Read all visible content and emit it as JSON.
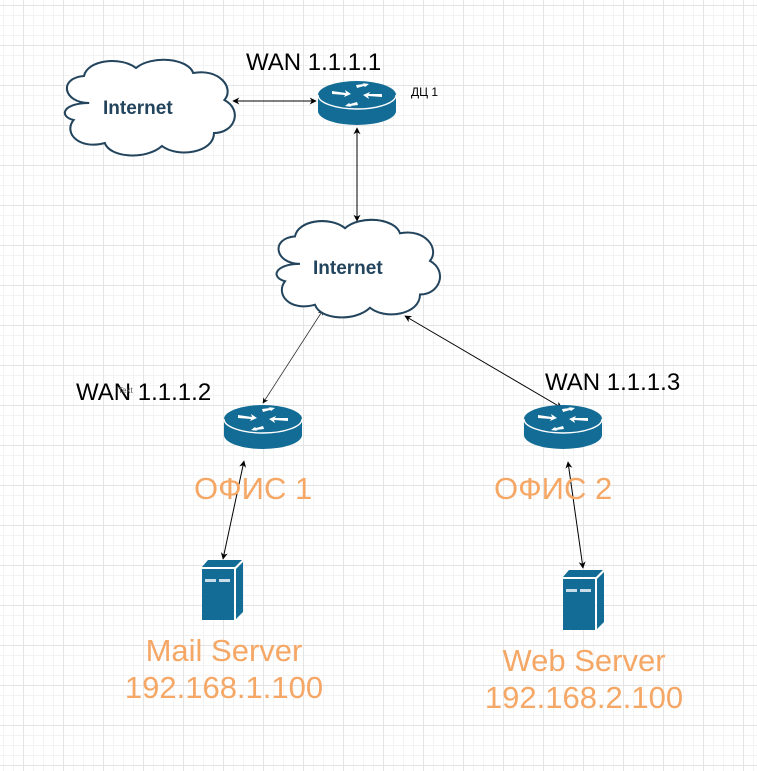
{
  "diagram": {
    "clouds": [
      {
        "id": "internet-top",
        "label": "Internet"
      },
      {
        "id": "internet-center",
        "label": "Internet"
      }
    ],
    "routers": [
      {
        "id": "dc1",
        "wan_label": "WAN 1.1.1.1",
        "site_label": "ДЦ 1"
      },
      {
        "id": "office1",
        "wan_label": "WAN 1.1.1.2",
        "site_label": "ОФИС 1",
        "overlay_text": "Text"
      },
      {
        "id": "office2",
        "wan_label": "WAN 1.1.1.3",
        "site_label": "ОФИС 2"
      }
    ],
    "servers": [
      {
        "id": "mail",
        "name": "Mail Server",
        "ip": "192.168.1.100"
      },
      {
        "id": "web",
        "name": "Web Server",
        "ip": "192.168.2.100"
      }
    ],
    "connections": [
      {
        "from": "internet-top",
        "to": "dc1",
        "arrows": "both"
      },
      {
        "from": "dc1",
        "to": "internet-center",
        "arrows": "both"
      },
      {
        "from": "internet-center",
        "to": "office1",
        "arrows": "both"
      },
      {
        "from": "internet-center",
        "to": "office2",
        "arrows": "both"
      },
      {
        "from": "office1",
        "to": "mail",
        "arrows": "both"
      },
      {
        "from": "office2",
        "to": "web",
        "arrows": "both"
      }
    ],
    "colors": {
      "device": "#136c96",
      "cloud_stroke": "#23445d",
      "label_accent": "#f5a766"
    }
  }
}
